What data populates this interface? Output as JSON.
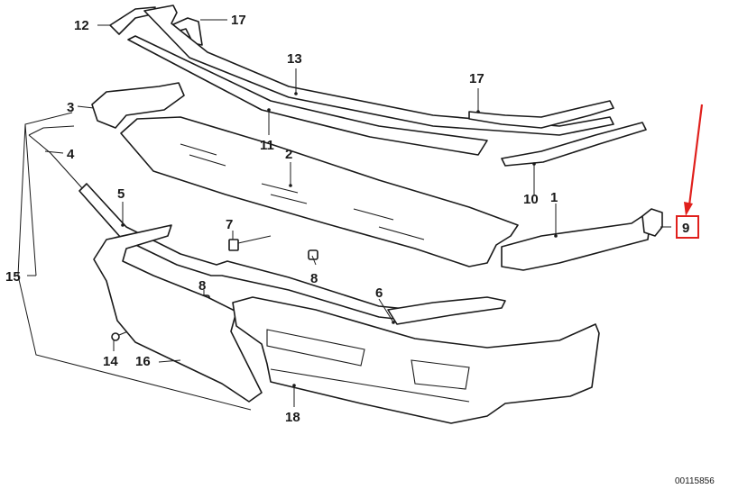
{
  "callouts": {
    "c1": "1",
    "c2": "2",
    "c3": "3",
    "c4": "4",
    "c5": "5",
    "c6": "6",
    "c7": "7",
    "c8a": "8",
    "c8b": "8",
    "c9": "9",
    "c10": "10",
    "c11": "11",
    "c12": "12",
    "c13": "13",
    "c14": "14",
    "c15": "15",
    "c16": "16",
    "c17a": "17",
    "c17b": "17",
    "c18": "18"
  },
  "highlight": {
    "callout": "9",
    "color": "#e0201c"
  },
  "part_number": "00115856"
}
